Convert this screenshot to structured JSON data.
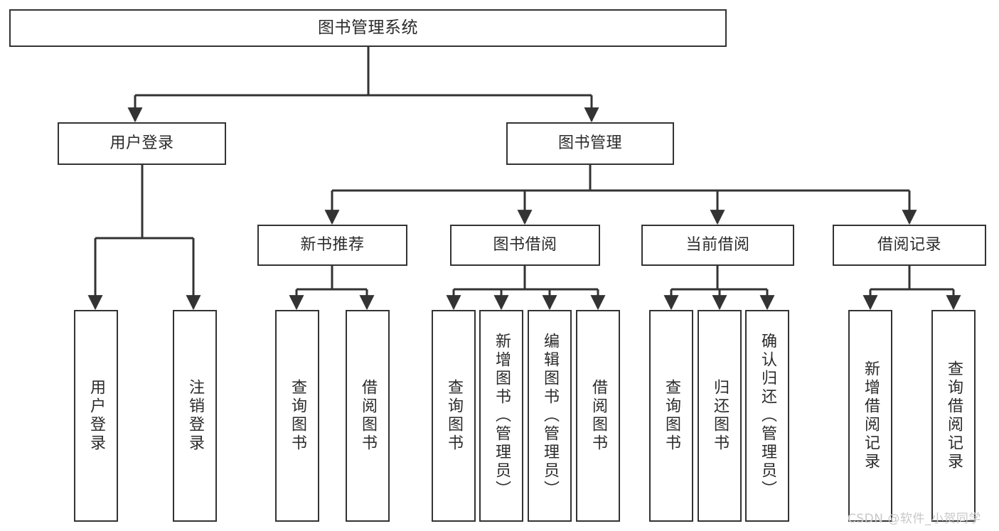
{
  "diagram": {
    "type": "tree",
    "title": "图书管理系统",
    "root": {
      "label": "图书管理系统"
    },
    "level2": [
      {
        "id": "user-login",
        "label": "用户登录"
      },
      {
        "id": "book-manage",
        "label": "图书管理"
      }
    ],
    "level3": [
      {
        "id": "new-book-recommend",
        "label": "新书推荐",
        "parent": "book-manage"
      },
      {
        "id": "book-borrow",
        "label": "图书借阅",
        "parent": "book-manage"
      },
      {
        "id": "current-borrow",
        "label": "当前借阅",
        "parent": "book-manage"
      },
      {
        "id": "borrow-record",
        "label": "借阅记录",
        "parent": "book-manage"
      }
    ],
    "leaves": [
      {
        "id": "leaf-user-login",
        "label": "用户登录",
        "parent": "user-login"
      },
      {
        "id": "leaf-user-logout",
        "label": "注销登录",
        "parent": "user-login"
      },
      {
        "id": "leaf-query-book-1",
        "label": "查询图书",
        "parent": "new-book-recommend"
      },
      {
        "id": "leaf-borrow-book-1",
        "label": "借阅图书",
        "parent": "new-book-recommend"
      },
      {
        "id": "leaf-query-book-2",
        "label": "查询图书",
        "parent": "book-borrow"
      },
      {
        "id": "leaf-add-book-admin",
        "label": "新增图书（管理员）",
        "parent": "book-borrow"
      },
      {
        "id": "leaf-edit-book-admin",
        "label": "编辑图书（管理员）",
        "parent": "book-borrow"
      },
      {
        "id": "leaf-borrow-book-2",
        "label": "借阅图书",
        "parent": "book-borrow"
      },
      {
        "id": "leaf-query-book-3",
        "label": "查询图书",
        "parent": "current-borrow"
      },
      {
        "id": "leaf-return-book",
        "label": "归还图书",
        "parent": "current-borrow"
      },
      {
        "id": "leaf-confirm-return-admin",
        "label": "确认归还（管理员）",
        "parent": "current-borrow"
      },
      {
        "id": "leaf-add-borrow-record",
        "label": "新增借阅记录",
        "parent": "borrow-record"
      },
      {
        "id": "leaf-query-borrow-record",
        "label": "查询借阅记录",
        "parent": "borrow-record"
      }
    ],
    "colors": {
      "box_border": "#333333",
      "box_fill": "#ffffff",
      "connector": "#333333",
      "text": "#2b2b2b",
      "watermark": "#c8c8c8",
      "background": "#ffffff"
    }
  },
  "watermark": {
    "text": "CSDN @软件_小贺同学"
  }
}
